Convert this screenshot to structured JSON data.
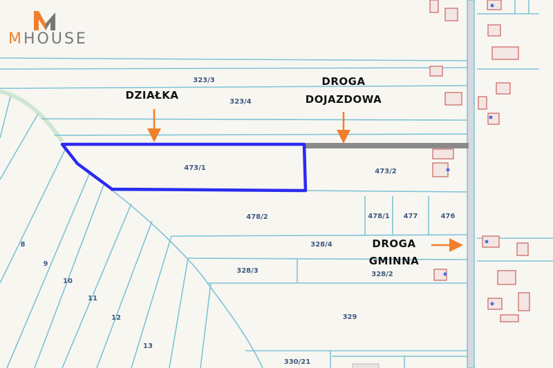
{
  "logo": {
    "text_first": "M",
    "text_rest": "HOUSE",
    "colors": {
      "orange": "#f07f2c",
      "gray": "#777777"
    }
  },
  "parcels": {
    "p323_3": "323/3",
    "p323_4": "323/4",
    "p473_1": "473/1",
    "p473_2": "473/2",
    "p478_2": "478/2",
    "p478_1": "478/1",
    "p477": "477",
    "p476": "476",
    "p328_4": "328/4",
    "p328_3": "328/3",
    "p328_2": "328/2",
    "p329": "329",
    "p330_21": "330/21",
    "p8": "8",
    "p9": "9",
    "p10": "10",
    "p11": "11",
    "p12": "12",
    "p13": "13"
  },
  "annotations": {
    "plot": "DZIAŁKA",
    "access_road_1": "DROGA",
    "access_road_2": "DOJAZDOWA",
    "municipal_road_1": "DROGA",
    "municipal_road_2": "GMINNA"
  },
  "colors": {
    "plot_outline": "#2b2bf0",
    "access_road": "#8a8a8a",
    "arrow": "#f07f2c",
    "parcel_lines": "#7cc3d6",
    "buildings": "#c9605d"
  }
}
